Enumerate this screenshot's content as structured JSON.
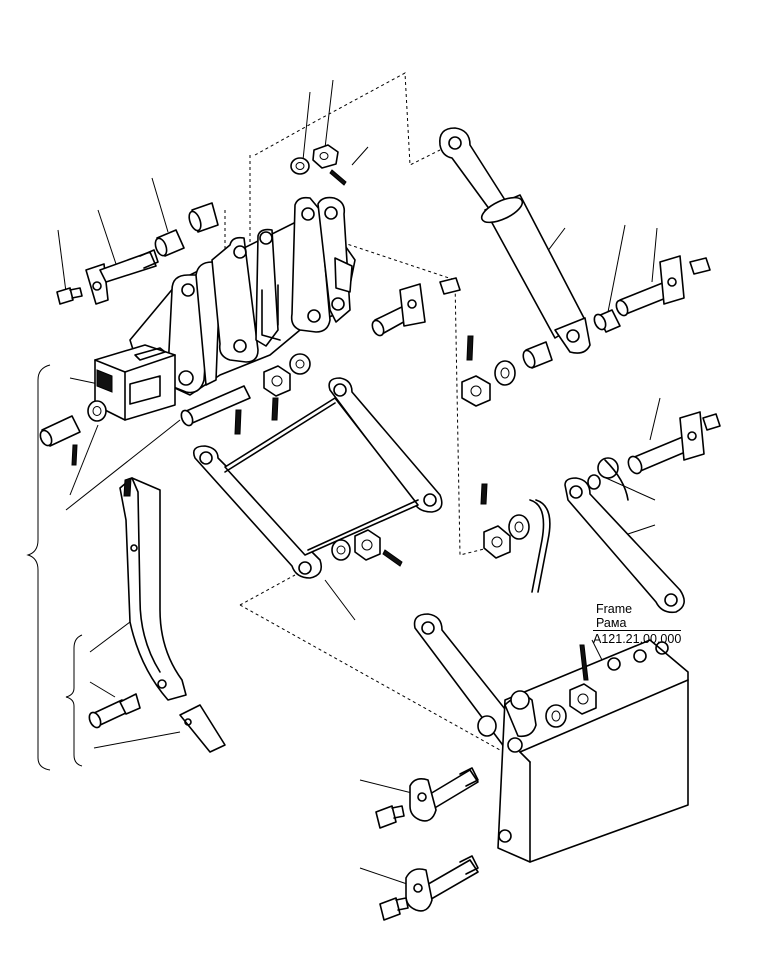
{
  "frame_label": {
    "name_en": "Frame",
    "name_ru": "Рама",
    "part_number": "A121.21.00.000"
  }
}
